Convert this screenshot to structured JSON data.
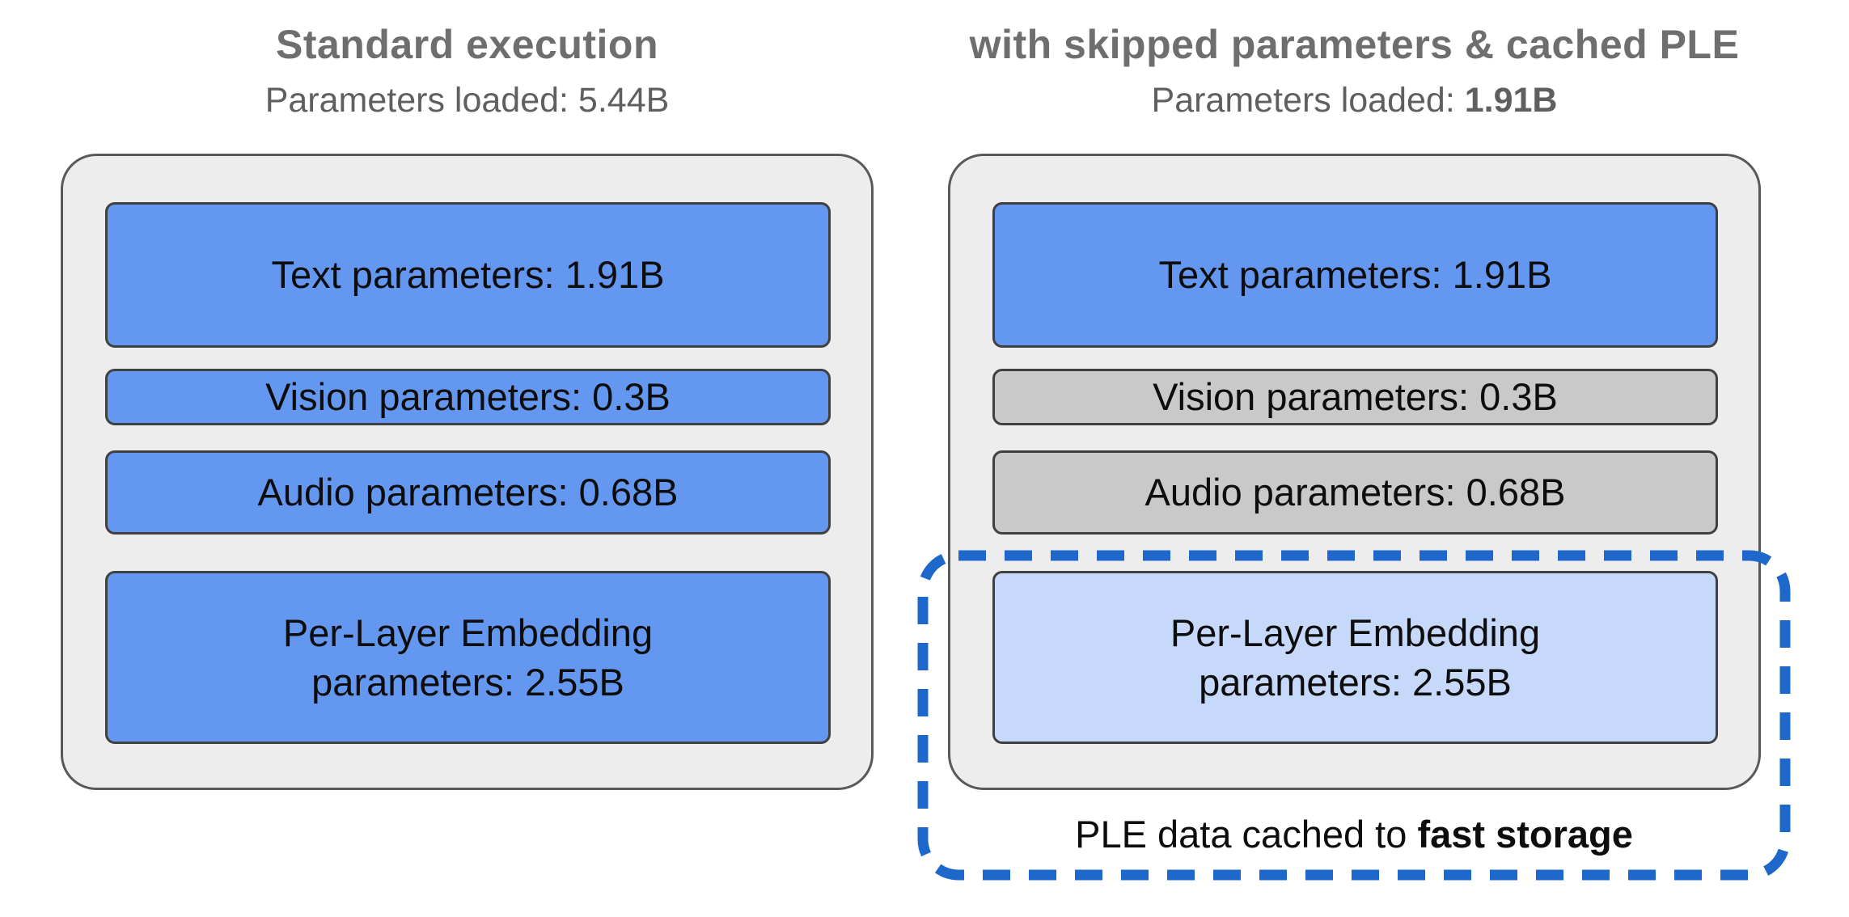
{
  "left": {
    "title": "Standard execution",
    "subtitle_label": "Parameters loaded:",
    "subtitle_value": "5.44B",
    "bars": {
      "text": {
        "label": "Text parameters: 1.91B"
      },
      "vision": {
        "label": "Vision parameters: 0.3B"
      },
      "audio": {
        "label": "Audio parameters: 0.68B"
      },
      "ple": {
        "line1": "Per-Layer Embedding",
        "line2": "parameters: 2.55B"
      }
    }
  },
  "right": {
    "title": "with skipped parameters & cached PLE",
    "subtitle_label": "Parameters loaded:",
    "subtitle_value": "1.91B",
    "bars": {
      "text": {
        "label": "Text parameters: 1.91B"
      },
      "vision": {
        "label": "Vision parameters: 0.3B"
      },
      "audio": {
        "label": "Audio parameters: 0.68B"
      },
      "ple": {
        "line1": "Per-Layer Embedding",
        "line2": "parameters: 2.55B"
      }
    },
    "caption": {
      "text": "PLE data cached to",
      "bold": "fast storage"
    }
  },
  "colors": {
    "loaded_bar": "#6498F0",
    "skipped_bar": "#C9C9C9",
    "cached_ple_bar": "#C6D9FA",
    "panel_bg": "#EDEDED",
    "panel_border": "#595959",
    "dashed_outline": "#1E68CC",
    "title_text": "#6E6E6E"
  }
}
